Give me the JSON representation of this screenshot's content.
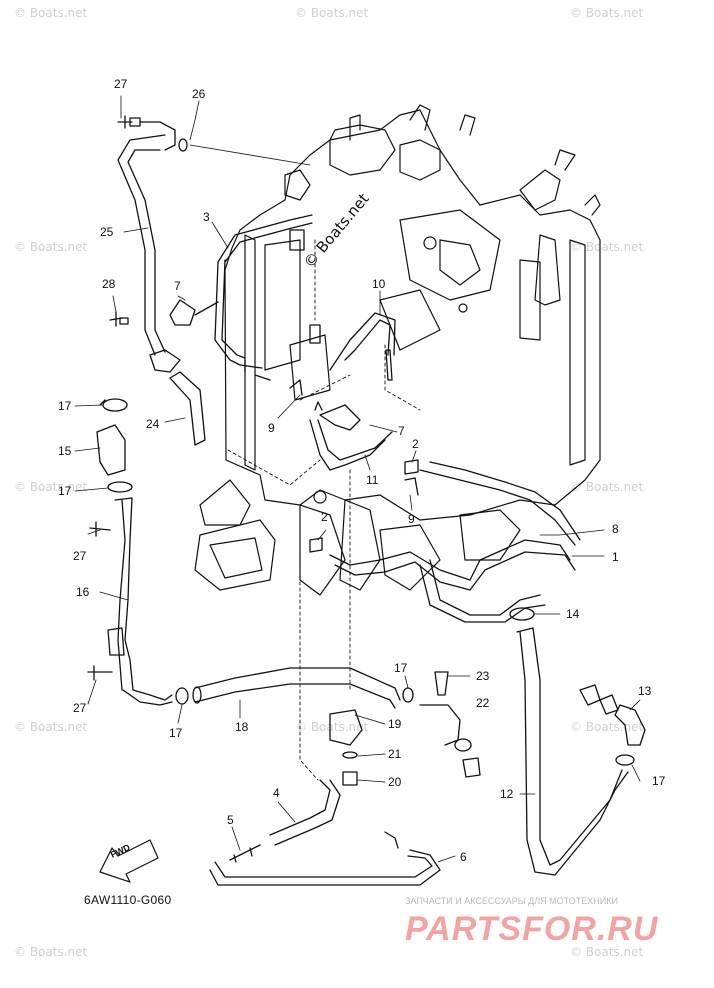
{
  "diagram_code": "6AW1110-G060",
  "fwd_label": "FWD",
  "watermark_center": "© Boats.net",
  "watermark_faint": "© Boats.net",
  "brand": {
    "tagline": "ЗАПЧАСТИ И АКСЕССУАРЫ ДЛЯ МОТОТЕХНИКИ",
    "name": "PARTSFOR.RU",
    "color": "#f2a3a3"
  },
  "callouts": [
    "27",
    "26",
    "3",
    "25",
    "7",
    "28",
    "10",
    "17",
    "24",
    "9",
    "7",
    "15",
    "2",
    "11",
    "17",
    "9",
    "8",
    "2",
    "1",
    "27",
    "16",
    "14",
    "17",
    "23",
    "22",
    "13",
    "27",
    "17",
    "18",
    "19",
    "21",
    "20",
    "17",
    "4",
    "12",
    "5",
    "6"
  ]
}
